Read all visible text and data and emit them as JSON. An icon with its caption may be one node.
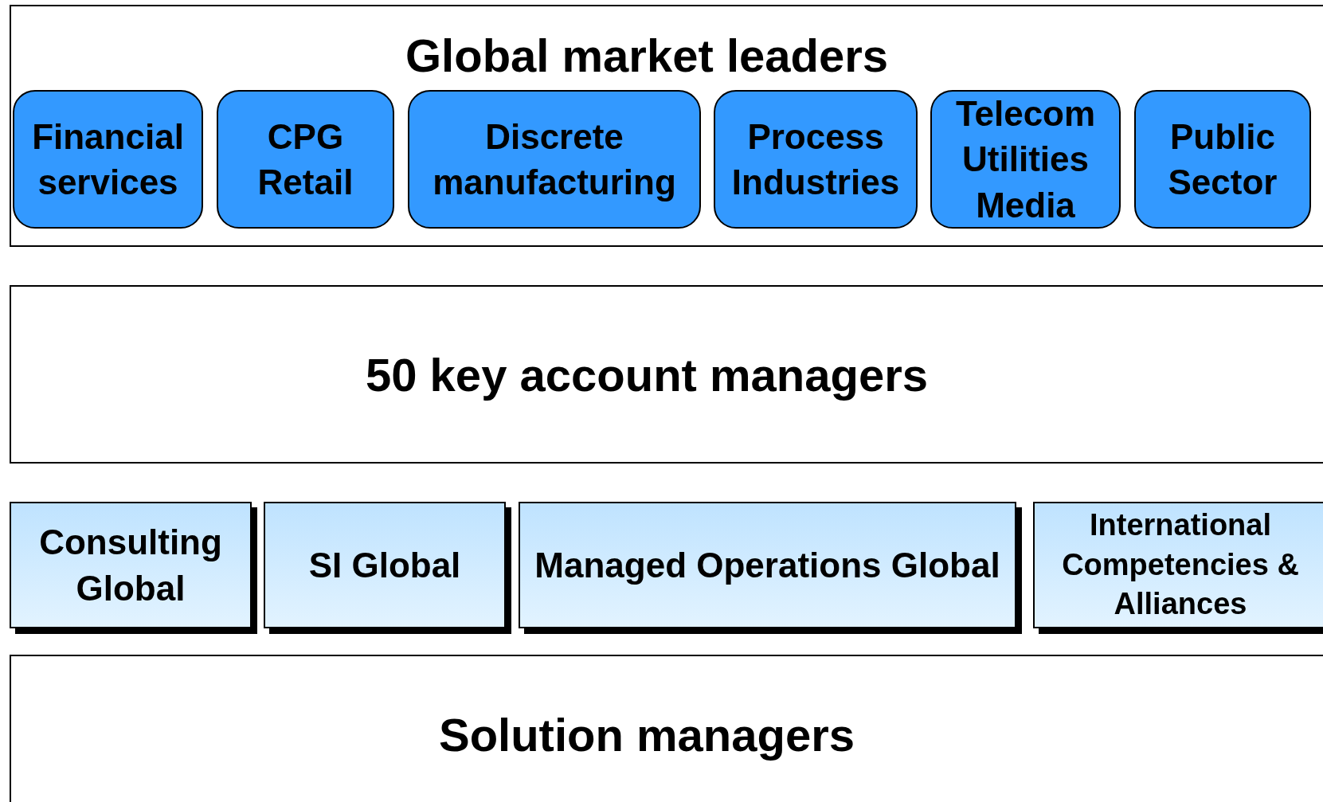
{
  "diagram": {
    "nodes": [
      {
        "text": [
          "Global market leaders"
        ]
      },
      {
        "text": [
          "Financial services"
        ],
        "in": 0
      },
      {
        "text": [
          "CPG Retail"
        ],
        "in": 0
      },
      {
        "text": [
          "Discrete manufacturing"
        ],
        "in": 0
      },
      {
        "text": [
          "Process Industries"
        ],
        "in": 0
      },
      {
        "text": [
          "Telecom Utilities Media"
        ],
        "in": 0
      },
      {
        "text": [
          "Public Sector"
        ],
        "in": 0
      },
      {
        "text": [
          "50 key account managers"
        ]
      },
      {
        "text": [
          "Consulting Global"
        ]
      },
      {
        "text": [
          "SI Global"
        ]
      },
      {
        "text": [
          "Managed Operations Global"
        ]
      },
      {
        "text": [
          "International Competencies & Alliances"
        ]
      },
      {
        "text": [
          "Solution managers"
        ]
      }
    ]
  }
}
